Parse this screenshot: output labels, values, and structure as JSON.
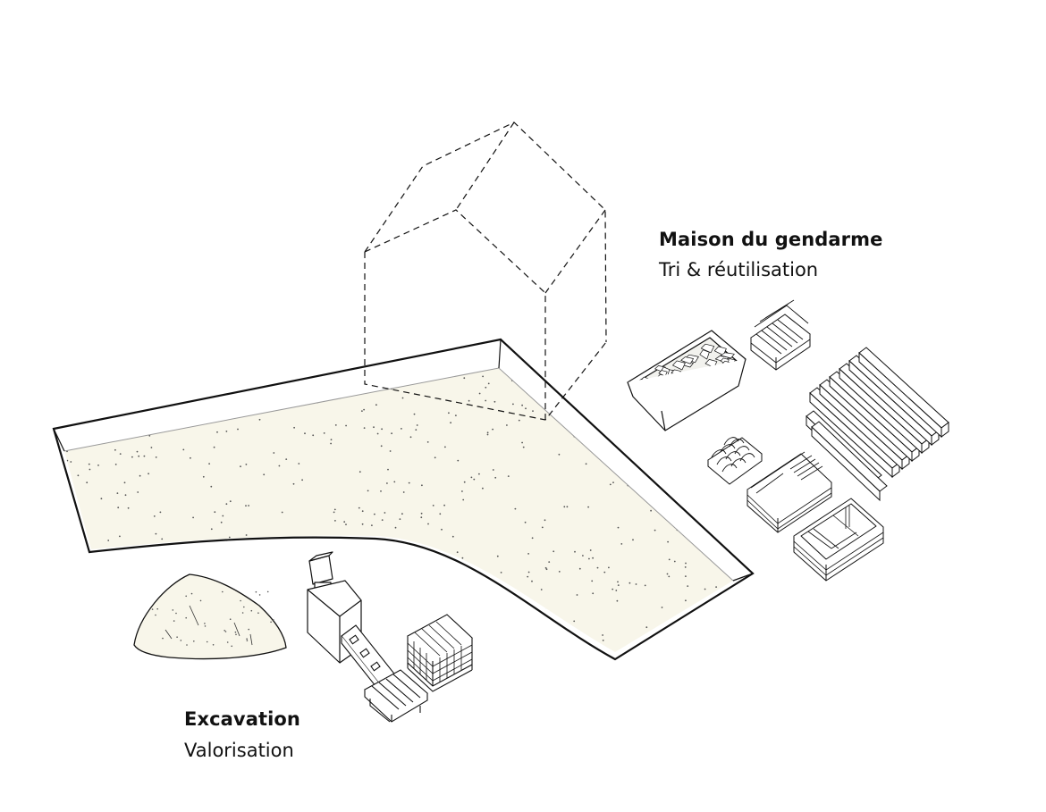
{
  "labels": {
    "maison": {
      "title": "Maison du gendarme",
      "subtitle": "Tri & réutilisation"
    },
    "excavation": {
      "title": "Excavation",
      "subtitle": "Valorisation"
    }
  },
  "colors": {
    "ink": "#111111",
    "site_fill": "#f8f6ea",
    "dot": "#555555",
    "line_gray": "#999999"
  },
  "icons": {
    "ghost_house": "dashed-house-outline",
    "excavation_pit": "excavation-pit",
    "soil_heap": "soil-heap",
    "crusher": "crusher-machine",
    "conveyor": "conveyor-belt",
    "brick_pallet": "brick-pallet",
    "empty_pallet": "empty-pallet",
    "rubble_container": "rubble-container",
    "wood_stack": "wood-stack",
    "beams": "timber-beams",
    "tiles": "roof-tiles",
    "panels": "board-stack",
    "crate": "storage-crate"
  }
}
